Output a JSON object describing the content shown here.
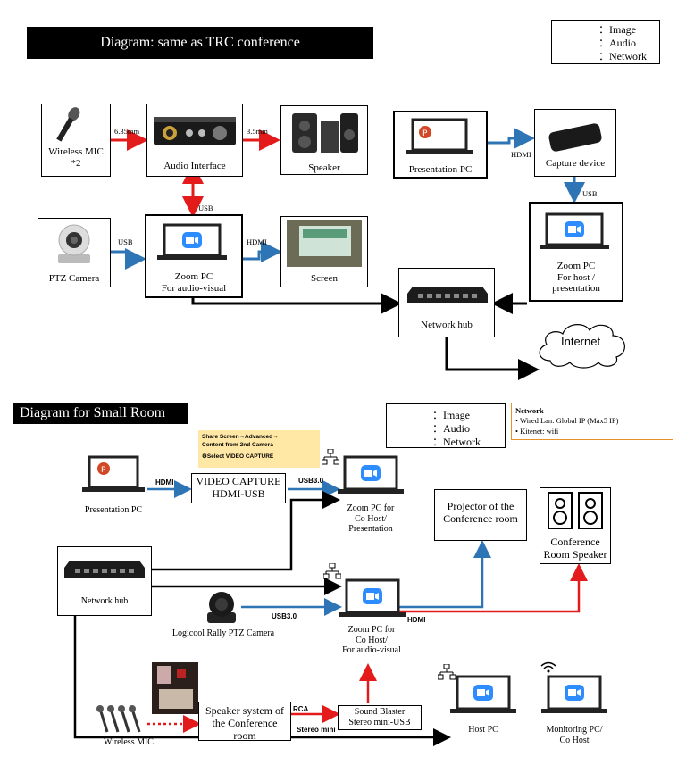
{
  "top": {
    "title": "Diagram: same as TRC conference",
    "legend": {
      "image": "：Image",
      "audio": "：Audio",
      "network": "：Network"
    },
    "nodes": {
      "wireless_mic": "Wireless MIC\n*2",
      "audio_interface": "Audio Interface",
      "speaker": "Speaker",
      "presentation_pc": "Presentation PC",
      "capture_device": "Capture device",
      "ptz_camera": "PTZ Camera",
      "zoom_pc_av": "Zoom PC\nFor audio-visual",
      "screen": "Screen",
      "zoom_pc_host": "Zoom PC\nFor host /\npresentation",
      "network_hub": "Network hub",
      "internet": "Internet"
    },
    "edges": {
      "mic_to_ai": "6.35mm",
      "ai_to_speaker": "3.5mm",
      "ai_to_zoom": "USB",
      "pres_to_capture": "HDMI",
      "capture_to_zoom": "USB",
      "camera_to_zoom": "USB",
      "zoom_to_screen": "HDMI"
    }
  },
  "bottom": {
    "title": "Diagram for Small Room",
    "legend": {
      "image": "：Image",
      "audio": "：Audio",
      "network": "：Network"
    },
    "network_note": {
      "title": "Network",
      "lines": [
        "• Wired Lan: Global IP (Max5 IP)",
        "• Kitenet: wifi"
      ]
    },
    "share_note": {
      "line1": "Share Screen→Advanced→",
      "line2": "Content from 2nd Camera",
      "line3": "⚙Select VIDEO CAPTURE"
    },
    "nodes": {
      "presentation_pc": "Presentation PC",
      "video_capture": "VIDEO CAPTURE\nHDMI-USB",
      "zoom_co_host_pres": "Zoom PC for\nCo Host/\nPresentation",
      "projector": "Projector of the\nConference room",
      "room_speaker": "Conference\nRoom Speaker",
      "network_hub": "Network hub",
      "rally_camera": "Logicool Rally PTZ Camera",
      "zoom_co_host_av": "Zoom  PC for\nCo Host/\nFor audio-visual",
      "speaker_system": "Speaker system of\nthe Conference\nroom",
      "sound_blaster": "Sound Blaster\nStereo mini-USB",
      "wireless_mic": "Wireless MIC",
      "host_pc": "Host PC",
      "monitoring_pc": "Monitoring PC/\nCo Host"
    },
    "edges": {
      "pres_to_capture": "HDMI",
      "capture_to_zoom": "USB3.0",
      "camera_to_zoom": "USB3.0",
      "zoom_to_outputs": "HDMI",
      "speaker_to_blaster": "RCA",
      "blaster_label": "Stereo mini"
    }
  },
  "colors": {
    "image": "#2e75b6",
    "audio": "#e31b1b",
    "network": "#000000",
    "zoom_blue": "#2d8cff",
    "note_bg": "#ffe8a6",
    "note_border": "#e8902a"
  }
}
